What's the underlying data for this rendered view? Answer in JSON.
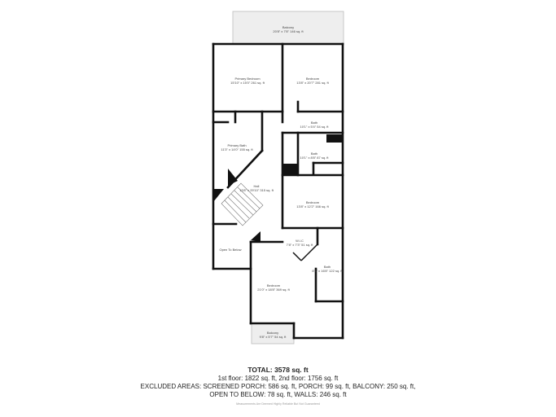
{
  "rooms": [
    {
      "name": "Balcony",
      "dims": "20'8\" x 7'8\" 146 sq. ft"
    },
    {
      "name": "Primary Bedroom",
      "dims": "15'10\" x 15'0\" 261 sq. ft"
    },
    {
      "name": "Bedroom",
      "dims": "13'8\" x 20'7\" 281 sq. ft"
    },
    {
      "name": "Bath",
      "dims": "10'1\" x 5'4\" 54 sq. ft"
    },
    {
      "name": "Primary Bath",
      "dims": "11'3\" x 14'0\" 155 sq. ft"
    },
    {
      "name": "Bath",
      "dims": "10'1\" x 8'8\" 87 sq. ft"
    },
    {
      "name": "Hall",
      "dims": "13'8\" x 29'10\" 315 sq. ft"
    },
    {
      "name": "Bedroom",
      "dims": "13'8\" x 12'2\" 166 sq. ft"
    },
    {
      "name": "W.I.C",
      "dims": "7'8\" x 7'3\" 51 sq. ft"
    },
    {
      "name": "Open To Below",
      "dims": ""
    },
    {
      "name": "Bath",
      "dims": "8'3\" x 16'8\" 122 sq. ft"
    },
    {
      "name": "Bedroom",
      "dims": "21'0\" x 18'8\" 369 sq. ft"
    },
    {
      "name": "Balcony",
      "dims": "9'8\" x 5'7\" 54 sq. ft"
    }
  ],
  "summary": {
    "total": "TOTAL: 3578 sq. ft",
    "floors": "1st floor: 1822 sq. ft, 2nd floor: 1756 sq. ft",
    "excluded_line1": "EXCLUDED AREAS: SCREENED PORCH: 586 sq. ft, PORCH: 99 sq. ft, BALCONY: 250 sq. ft,",
    "excluded_line2": "OPEN TO BELOW: 78 sq. ft, WALLS: 246 sq. ft",
    "disclaimer": "Measurements Are Deemed Highly Reliable But Not Guaranteed"
  }
}
